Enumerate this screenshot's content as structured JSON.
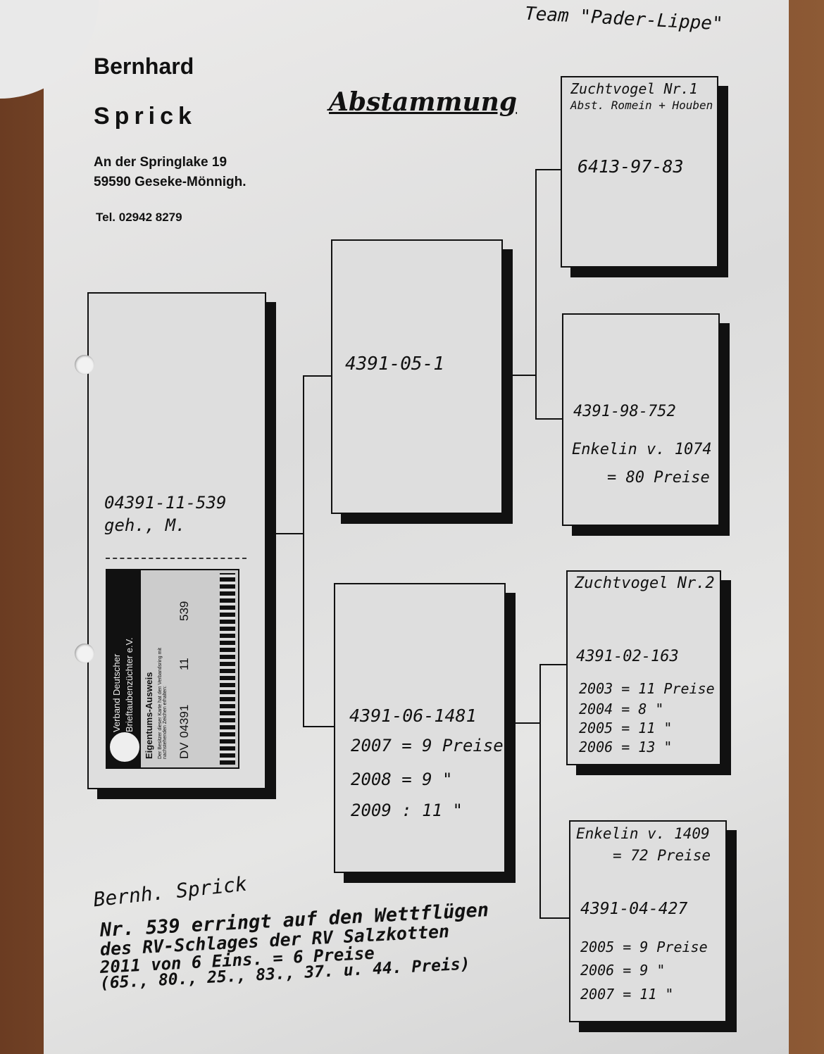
{
  "header": {
    "team_note": "Team \"Pader-Lippe\"",
    "name_first": "Bernhard",
    "name_last": "Sprick",
    "street": "An der Springlake 19",
    "city": "59590 Geseke-Mönnigh.",
    "phone": "Tel. 02942  8279",
    "title": "Abstammung"
  },
  "main": {
    "ring": "04391-11-539",
    "sex": "geh., M.",
    "card": {
      "org_line1": "Verband Deutscher",
      "org_line2": "Brieftaubenzüchter e.V.",
      "title": "Eigentums-Ausweis",
      "text": "Der Besitzer dieser Karte hat den Verbandsring mit nachstehenden Zeichen erhalten:",
      "ring_prefix": "DV",
      "ring_number": "04391",
      "ring_year": "11",
      "ring_serial": "539"
    }
  },
  "sire": {
    "ring": "4391-05-1"
  },
  "dam": {
    "ring": "4391-06-1481",
    "results": [
      "2007 = 9 Preise",
      "2008 = 9   \"",
      "2009 : 11  \""
    ]
  },
  "gp1": {
    "note1": "Zuchtvogel Nr.1",
    "note2": "Abst. Romein + Houben",
    "ring": "6413-97-83"
  },
  "gp2": {
    "ring": "4391-98-752",
    "note1": "Enkelin v. 1074",
    "note2": "= 80 Preise"
  },
  "gp3": {
    "note": "Zuchtvogel Nr.2",
    "ring": "4391-02-163",
    "results": [
      "2003 = 11 Preise",
      "2004 =  8   \"",
      "2005 = 11   \"",
      "2006 = 13   \""
    ]
  },
  "gp4": {
    "note1": "Enkelin v. 1409",
    "note2": "= 72 Preise",
    "ring": "4391-04-427",
    "results": [
      "2005 = 9 Preise",
      "2006 = 9   \"",
      "2007 = 11  \""
    ]
  },
  "footer": {
    "signature": "Bernh. Sprick",
    "lines": [
      "Nr. 539 erringt auf den Wettflügen",
      "des RV-Schlages der RV Salzkotten",
      "2011 von 6 Eins. = 6 Preise",
      "(65., 80., 25., 83., 37. u. 44. Preis)"
    ]
  }
}
